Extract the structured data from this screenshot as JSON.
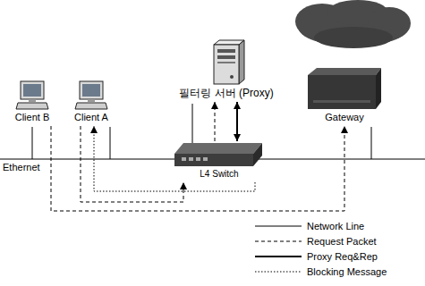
{
  "diagram": {
    "nodes": [
      {
        "text": [
          "Client B"
        ]
      },
      {
        "text": [
          "Client A"
        ]
      },
      {
        "text": [
          "필터링 서버 (Proxy)"
        ]
      },
      {
        "text": [
          "Gateway"
        ]
      },
      {
        "text": [
          "L4 Switch"
        ]
      }
    ],
    "edges": [
      {
        "from": 0,
        "to": 3,
        "arrow": "to"
      },
      {
        "from": 1,
        "to": 4,
        "arrow": "to"
      },
      {
        "from": 4,
        "to": 2,
        "arrow": "to"
      },
      {
        "from": 4,
        "to": 2,
        "arrow": "both"
      },
      {
        "from": 4,
        "to": 1,
        "arrow": "to"
      }
    ],
    "labels": [
      "Ethernet"
    ],
    "legend": [
      {
        "text": "Network Line"
      },
      {
        "text": "Request Packet"
      },
      {
        "text": "Proxy Req&Rep"
      },
      {
        "text": "Blocking Message"
      }
    ]
  }
}
